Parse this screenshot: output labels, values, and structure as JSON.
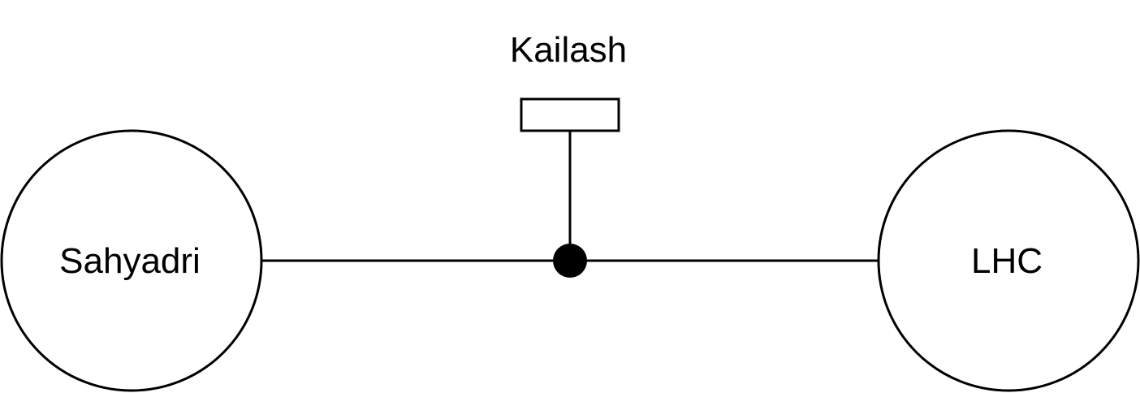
{
  "diagram": {
    "nodes": {
      "sahyadri": {
        "label": "Sahyadri",
        "shape": "circle"
      },
      "lhc": {
        "label": "LHC",
        "shape": "circle"
      },
      "kailash": {
        "label": "Kailash",
        "shape": "rectangle"
      }
    },
    "junction": {
      "shape": "filled-dot"
    },
    "edges": [
      {
        "from": "sahyadri",
        "to": "junction"
      },
      {
        "from": "junction",
        "to": "lhc"
      },
      {
        "from": "kailash",
        "to": "junction"
      }
    ],
    "colors": {
      "stroke": "#000000",
      "fill": "#ffffff",
      "junction": "#000000"
    }
  }
}
